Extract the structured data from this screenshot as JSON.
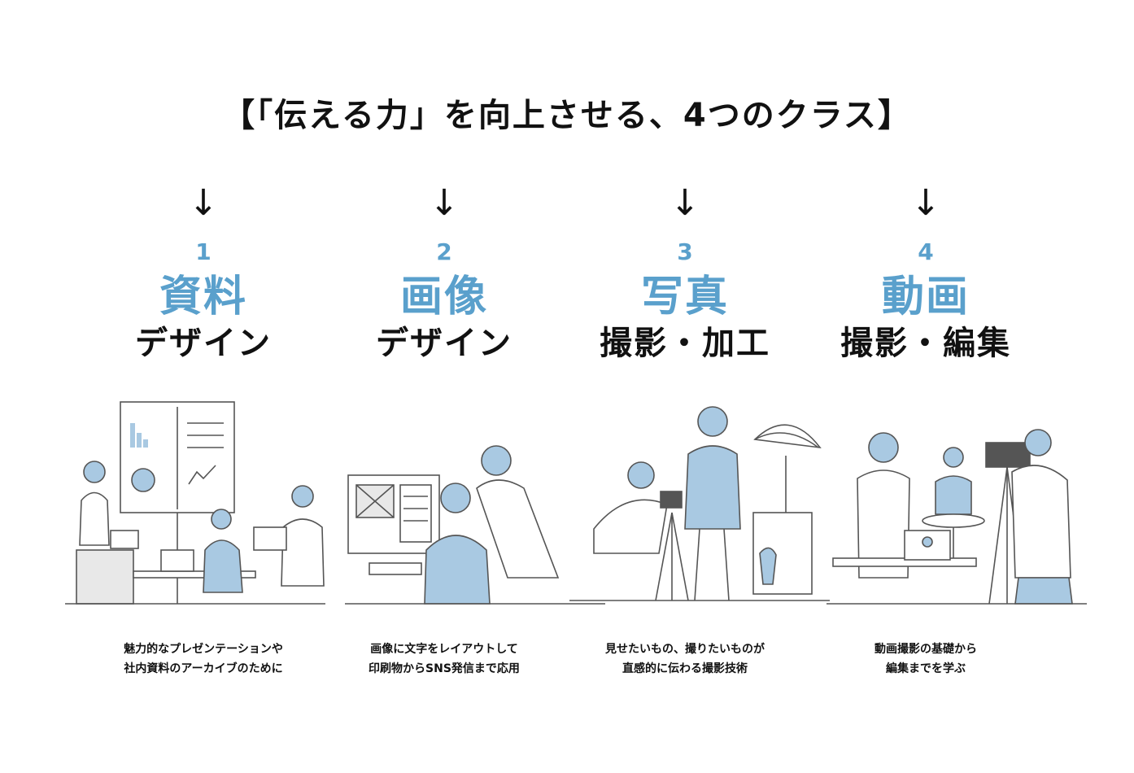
{
  "heading": "【「伝える力」を向上させる、4つのクラス】",
  "arrow": "↓",
  "classes": [
    {
      "number": "1",
      "title": "資料",
      "subtitle": "デザイン",
      "desc_line1": "魅力的なプレゼンテーションや",
      "desc_line2": "社内資料のアーカイブのために"
    },
    {
      "number": "2",
      "title": "画像",
      "subtitle": "デザイン",
      "desc_line1": "画像に文字をレイアウトして",
      "desc_line2": "印刷物からSNS発信まで応用"
    },
    {
      "number": "3",
      "title": "写真",
      "subtitle": "撮影・加工",
      "desc_line1": "見せたいもの、撮りたいものが",
      "desc_line2": "直感的に伝わる撮影技術"
    },
    {
      "number": "4",
      "title": "動画",
      "subtitle": "撮影・編集",
      "desc_line1": "動画撮影の基礎から",
      "desc_line2": "編集までを学ぶ"
    }
  ],
  "colors": {
    "accent": "#5aa0cc",
    "text": "#111111",
    "line": "#555555",
    "fill_blue": "#a9c9e2",
    "fill_gray": "#e8e8e8"
  },
  "illustrations": [
    "presentation-office-illustration",
    "computer-design-illustration",
    "photo-shoot-illustration",
    "video-shoot-illustration"
  ]
}
